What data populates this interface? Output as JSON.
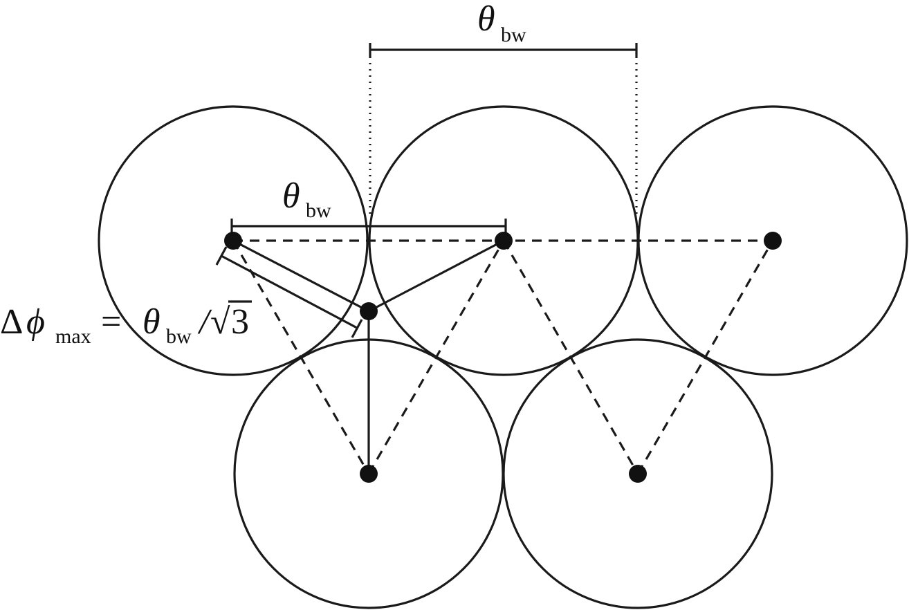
{
  "labels": {
    "top_theta": "θ",
    "top_sub": "bw",
    "mid_theta": "θ",
    "mid_sub": "bw",
    "formula_delta": "Δ",
    "formula_phi": "ϕ",
    "formula_max": "max",
    "formula_eq": "=",
    "formula_theta": "θ",
    "formula_bw": "bw",
    "formula_slash": "/",
    "formula_sqrt": "√",
    "formula_three": "3"
  }
}
